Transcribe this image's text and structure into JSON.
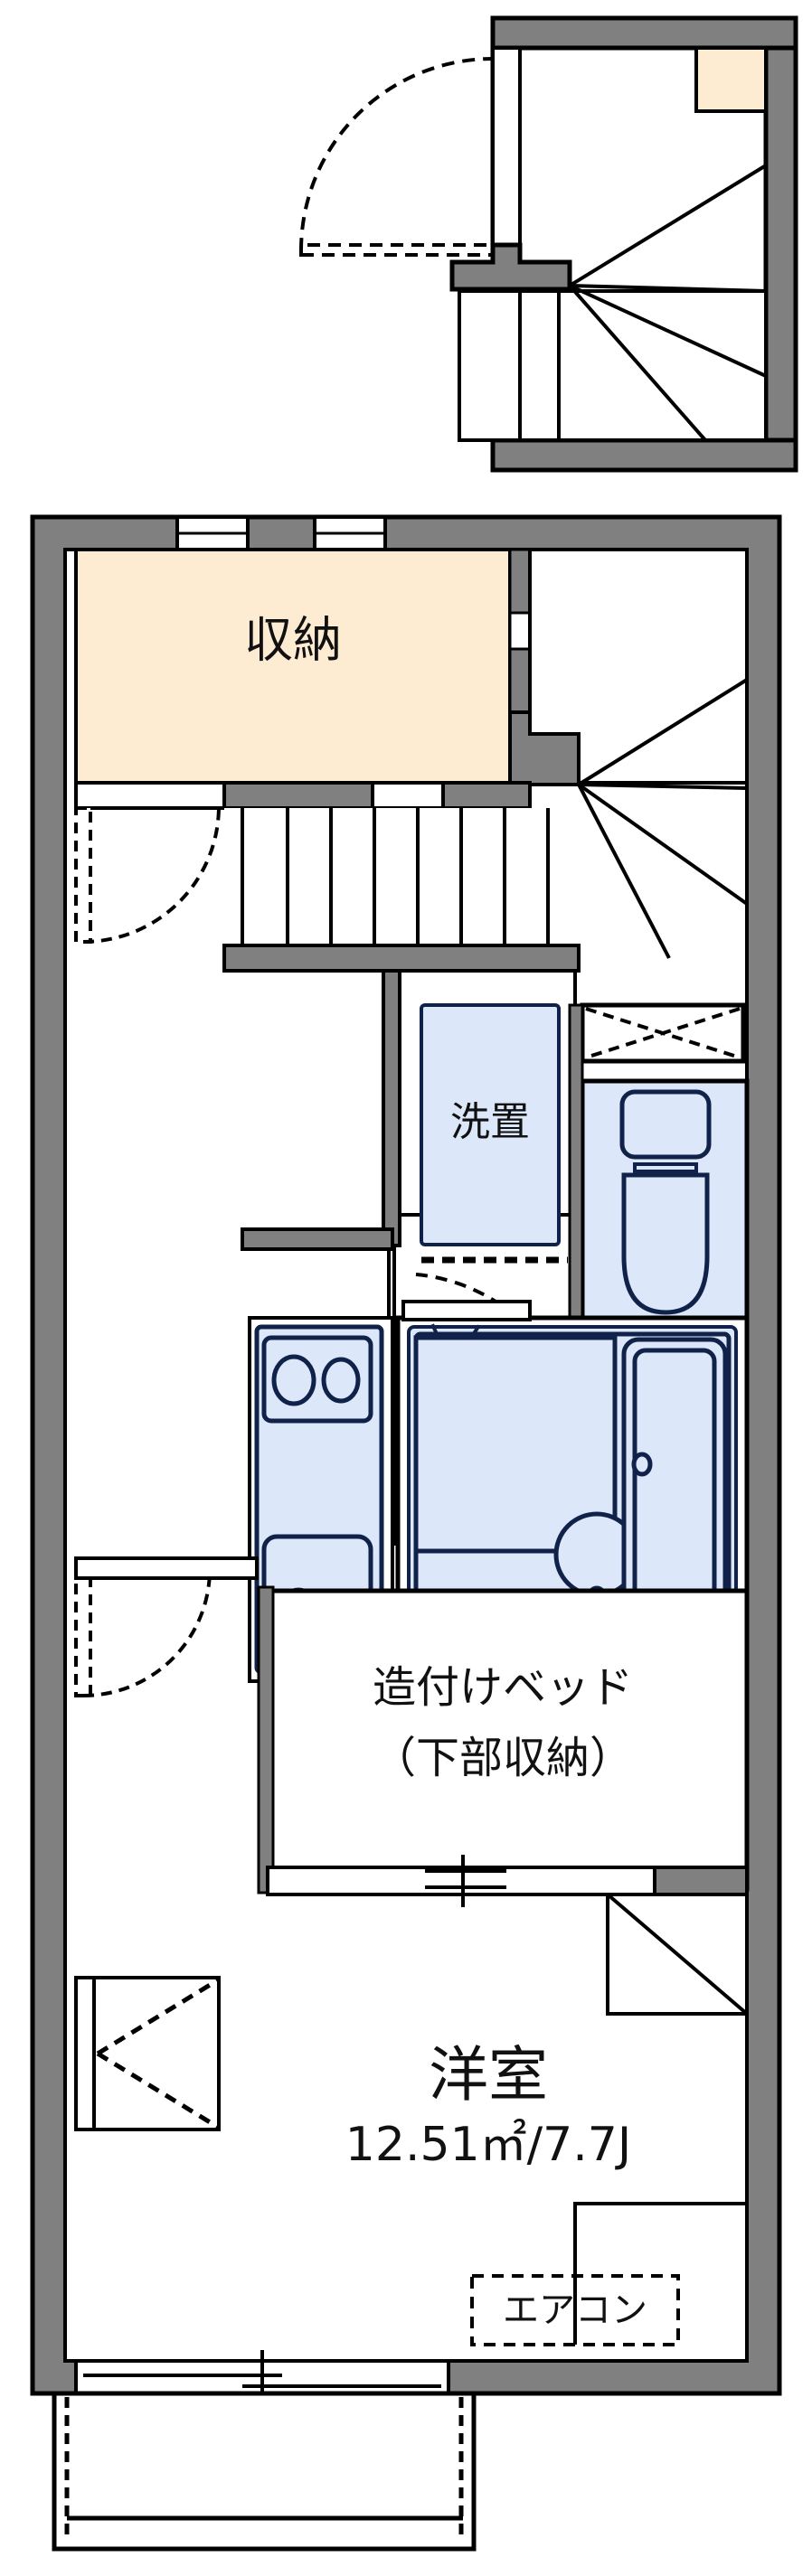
{
  "plan": {
    "type": "japanese-apartment-floor-plan",
    "unit_layout": "1R",
    "colors": {
      "wall_fill": "#808080",
      "wall_stroke": "#000000",
      "storage_fill": "#fdecd2",
      "fixture_fill": "#dde7fa",
      "fixture_stroke": "#11224a",
      "room_fill": "#ffffff",
      "background": "#ffffff",
      "text": "#111111"
    }
  },
  "entrance_section": {
    "name": "entrance-landing",
    "door_label": "",
    "has_entry_door_swing": true,
    "has_stairs": true,
    "shoe_box_present": true
  },
  "rooms": [
    {
      "id": "storage",
      "label": "収納",
      "fill": "#fdecd2",
      "note": "upper-floor closet"
    },
    {
      "id": "laundry",
      "label": "洗置",
      "fill": "#dde7fa",
      "note": "washing machine space"
    },
    {
      "id": "builtin_bed",
      "label_line1": "造付けベッド",
      "label_line2": "（下部収納）",
      "note": "built-in bed with under storage"
    },
    {
      "id": "main_room",
      "label": "洋室",
      "area_text": "12.51㎡/7.7J",
      "area_sqm": 12.51,
      "area_jo": 7.7,
      "note": "western style room"
    },
    {
      "id": "aircon",
      "label": "エアコン",
      "note": "air conditioner position marker"
    },
    {
      "id": "toilet",
      "label": "",
      "note": "toilet with small window"
    },
    {
      "id": "unit_bath",
      "label": "",
      "note": "unit bath with tub and washbasin"
    },
    {
      "id": "kitchen",
      "label": "",
      "note": "kitchen with 2-burner stove and sink"
    },
    {
      "id": "balcony",
      "label": "",
      "note": "balcony at bottom"
    }
  ],
  "fixtures": [
    {
      "id": "stove",
      "burners": 2,
      "name": "two-burner-stove"
    },
    {
      "id": "sink",
      "name": "kitchen-sink"
    },
    {
      "id": "bathtub",
      "name": "bathtub"
    },
    {
      "id": "washbasin",
      "name": "bathroom-washbasin"
    },
    {
      "id": "toilet-bowl",
      "name": "toilet"
    },
    {
      "id": "washer-space",
      "name": "washing-machine-space"
    },
    {
      "id": "stairs-upper",
      "name": "stairs"
    },
    {
      "id": "stairs-lower",
      "name": "stairs"
    },
    {
      "id": "shoe-box",
      "name": "shoe-box"
    }
  ],
  "openings": [
    {
      "id": "entry-door",
      "name": "entry-door",
      "type": "hinged"
    },
    {
      "id": "room-door-upper",
      "name": "room-door",
      "type": "hinged"
    },
    {
      "id": "room-door-lower",
      "name": "room-door",
      "type": "hinged"
    },
    {
      "id": "bath-door",
      "name": "bath-door",
      "type": "hinged"
    },
    {
      "id": "window-storage-1",
      "name": "window",
      "type": "window"
    },
    {
      "id": "window-storage-2",
      "name": "window",
      "type": "window"
    },
    {
      "id": "window-toilet",
      "name": "window",
      "type": "window"
    },
    {
      "id": "balcony-window",
      "name": "balcony-sliding-window",
      "type": "sliding"
    },
    {
      "id": "closet-left",
      "name": "closet-door",
      "type": "folding"
    }
  ]
}
